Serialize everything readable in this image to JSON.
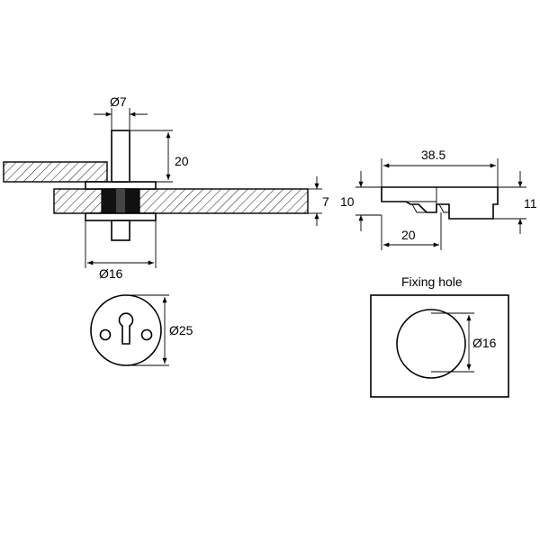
{
  "dimensions": {
    "pin_diameter": "Ø7",
    "pin_height": "20",
    "panel_thickness": "7",
    "base_diameter": "Ø16",
    "cap_diameter": "Ø25",
    "side_length": "38.5",
    "side_height_left": "10",
    "side_height_right": "11",
    "side_offset": "20",
    "hole_diameter": "Ø16"
  },
  "fixing_hole": {
    "title": "Fixing hole"
  }
}
